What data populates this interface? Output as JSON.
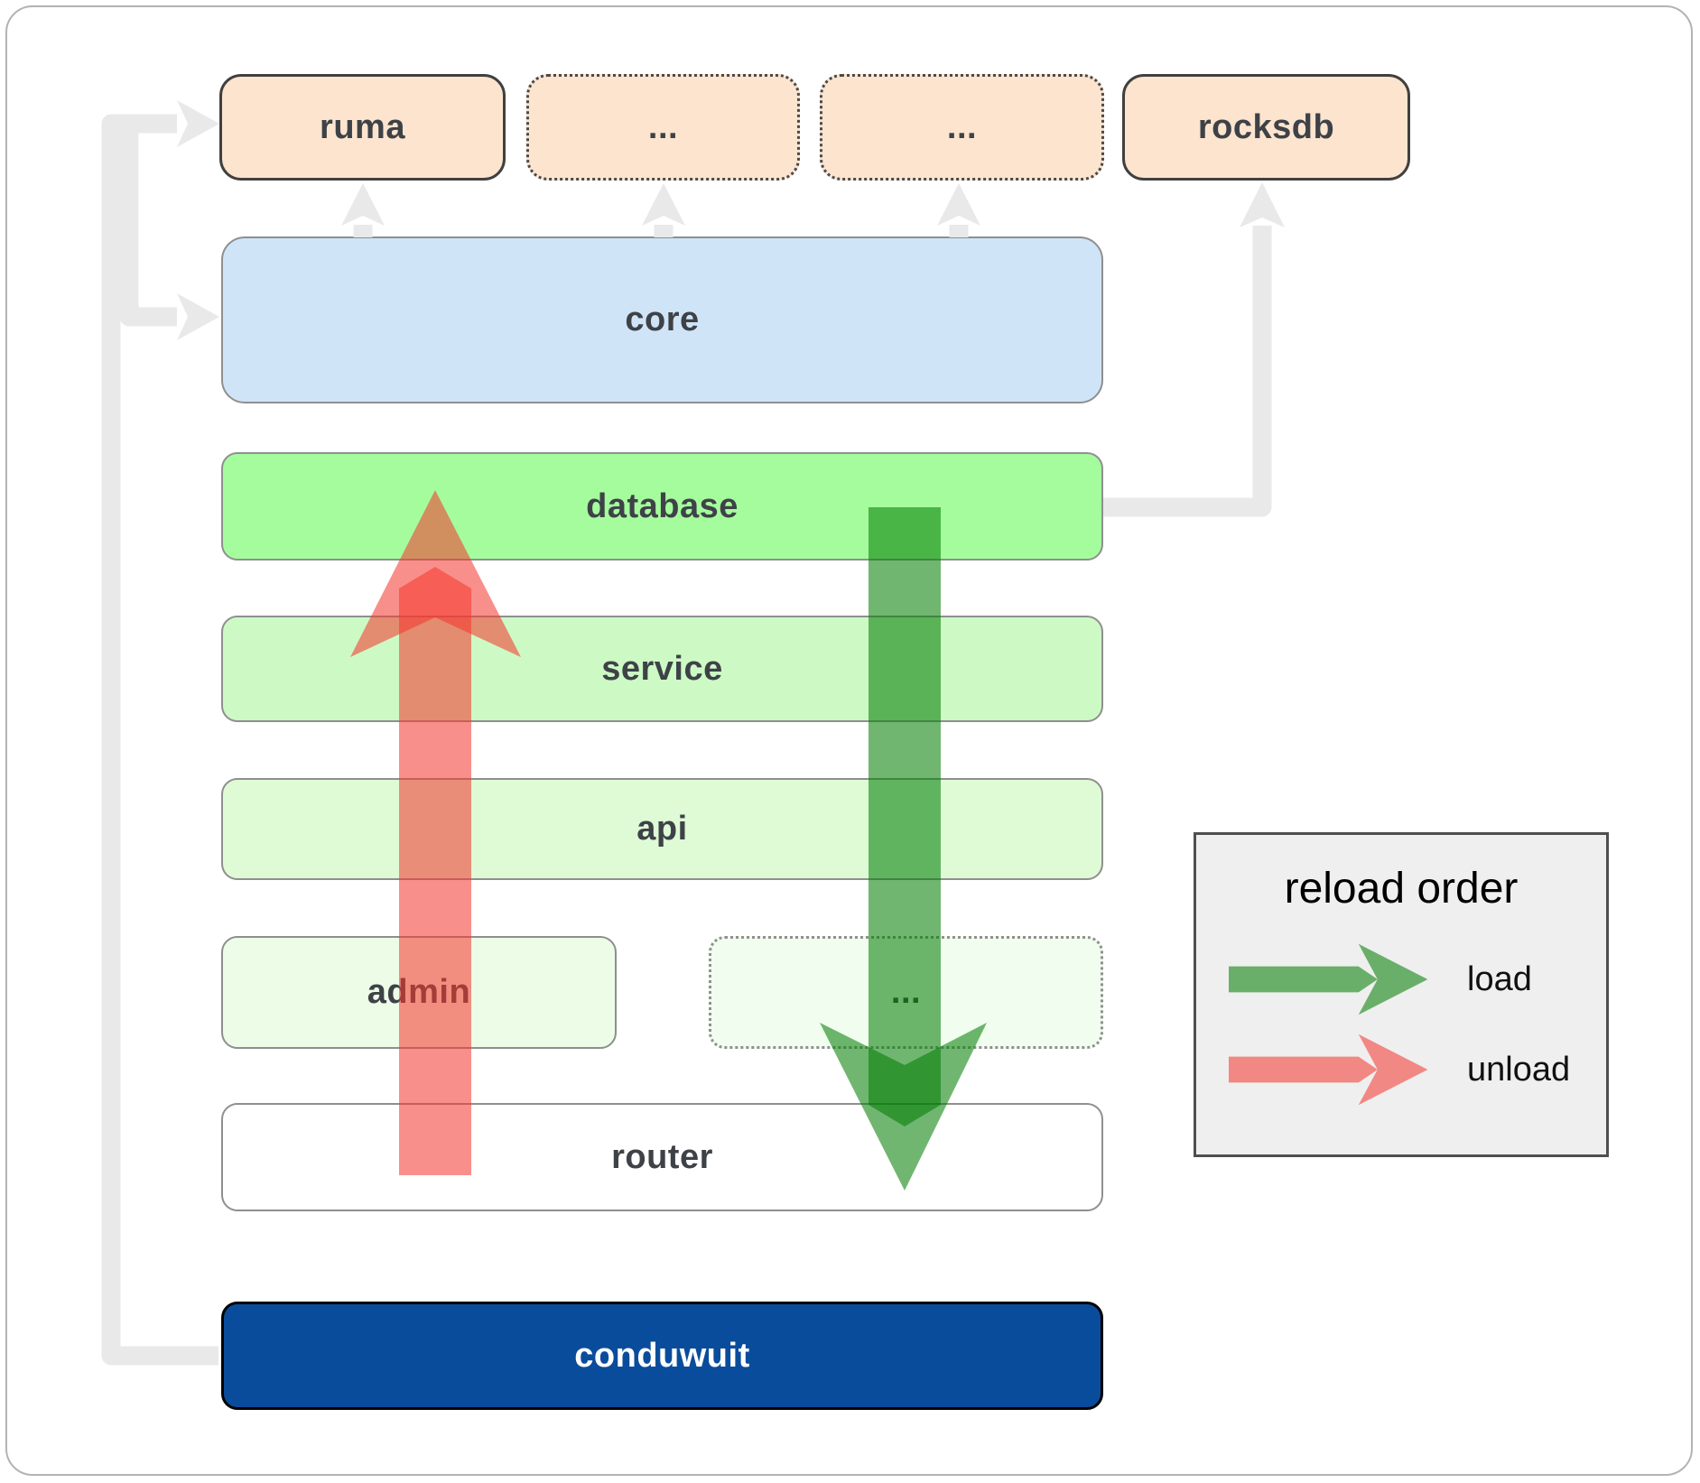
{
  "diagram": {
    "nodes": {
      "ruma": "ruma",
      "ellipsis_top_1": "...",
      "ellipsis_top_2": "...",
      "rocksdb": "rocksdb",
      "core": "core",
      "database": "database",
      "service": "service",
      "api": "api",
      "admin": "admin",
      "ellipsis_admin_row": "...",
      "router": "router",
      "conduwuit": "conduwuit"
    },
    "colors": {
      "load_arrow": "#007d02",
      "unload_arrow": "#f5372e",
      "connector_gray": "#e9e9e9",
      "node_peach": "#fce4cf",
      "node_core_blue": "#d0e4f8",
      "node_database_green": "#a5fc9d",
      "node_conduwuit_blue": "#0a4c9c"
    }
  },
  "legend": {
    "title": "reload order",
    "items": [
      {
        "label": "load",
        "color": "#007d02"
      },
      {
        "label": "unload",
        "color": "#f5372e"
      }
    ]
  }
}
